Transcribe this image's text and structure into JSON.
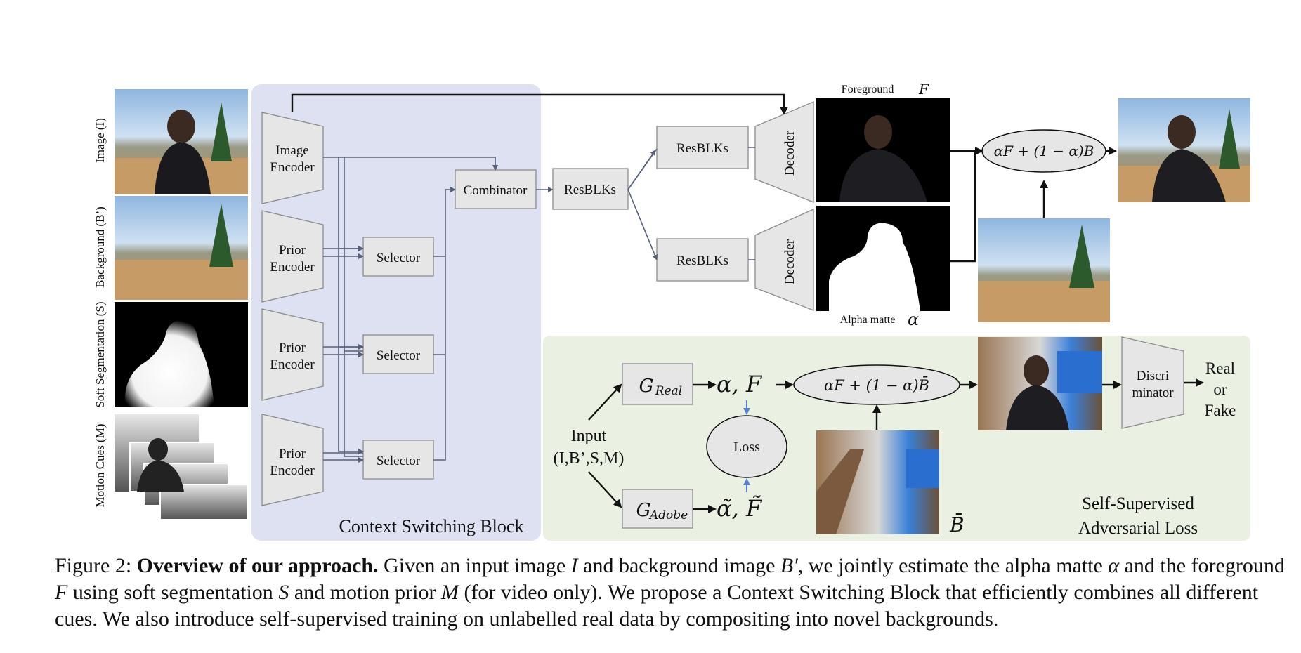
{
  "row_labels": {
    "image": "Image (I)",
    "background": "Background (B’)",
    "soft_seg": "Soft Segmentation (S)",
    "motion": "Motion Cues (M)"
  },
  "context_block": {
    "title": "Context Switching Block",
    "image_encoder": [
      "Image",
      "Encoder"
    ],
    "prior_encoder": [
      "Prior",
      "Encoder"
    ],
    "selector": "Selector",
    "combinator": "Combinator"
  },
  "resblks": "ResBLKs",
  "decoder": "Decoder",
  "foreground_label": "Foreground",
  "foreground_symbol": "F",
  "alpha_label": "Alpha matte",
  "alpha_symbol": "α",
  "composite_formula": "αF + (1 − α)B",
  "adversarial": {
    "g_real": "G",
    "g_real_sub": "Real",
    "g_adobe": "G",
    "g_adobe_sub": "Adobe",
    "input_line1": "Input",
    "input_line2": "(I,B’,S,M)",
    "out_real": "α,  F",
    "out_adobe": "α̃,  F̃",
    "loss": "Loss",
    "formula": "αF + (1 − α)B̄",
    "bg_symbol": "B̄",
    "disc": [
      "Discri",
      "minator"
    ],
    "result": [
      "Real",
      "or",
      "Fake"
    ],
    "title": [
      "Self-Supervised",
      "Adversarial Loss"
    ]
  },
  "caption": {
    "prefix": "Figure 2:",
    "bold": "Overview of our approach.",
    "text": [
      "Given an input image ",
      "I",
      " and background image ",
      "B′",
      ", we jointly estimate the alpha matte ",
      "α",
      " and the foreground ",
      "F",
      " using soft segmentation ",
      "S",
      " and motion prior ",
      "M",
      " (for video only). We propose a Context Switching Block that efficiently combines all different cues. We also introduce self-supervised training on unlabelled real data by compositing into novel backgrounds."
    ]
  },
  "colors": {
    "context_block_bg": "#dde1f1",
    "adversarial_bg": "#eaf1e3",
    "box_fill": "#e6e6e6",
    "arrow_blue": "#5b7fd1"
  }
}
